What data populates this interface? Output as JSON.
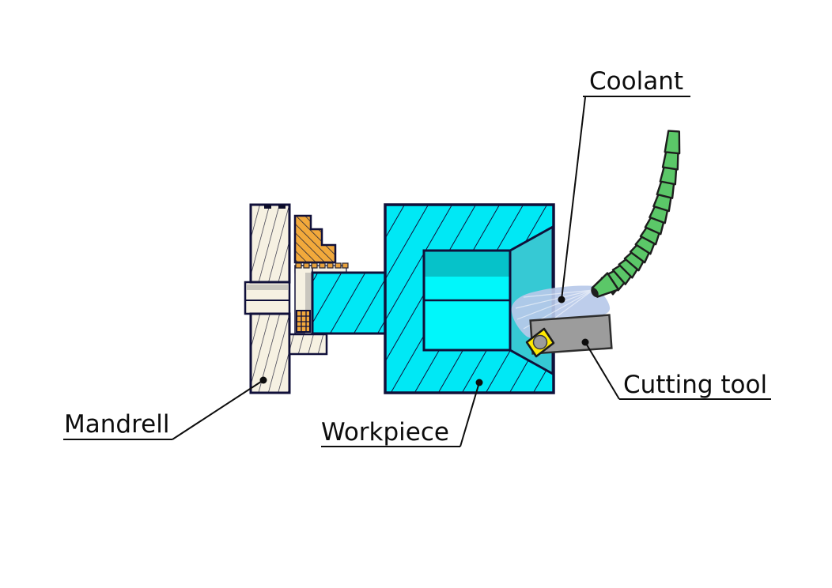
{
  "diagram": {
    "labels": {
      "coolant": "Coolant",
      "mandrell": "Mandrell",
      "workpiece": "Workpiece",
      "cutting_tool": "Cutting tool"
    },
    "colors": {
      "outline_navy": "#10103A",
      "workpiece_cyan": "#00E8F5",
      "bore_cyan": "#00F7FB",
      "bore_top_band_teal": "#06C2C9",
      "cone_teal": "#36C9D4",
      "mandrel_cream": "#F6F1E2",
      "spacer_gray": "#C9C6BE",
      "chuck_jaw_orange": "#F2A93B",
      "hose_green": "#5BC768",
      "tool_gray": "#9C9C9C",
      "insert_yellow": "#FFE903",
      "coolant_spray_blue": "#B7C9E9",
      "leader_black": "#0D0D0D"
    }
  }
}
